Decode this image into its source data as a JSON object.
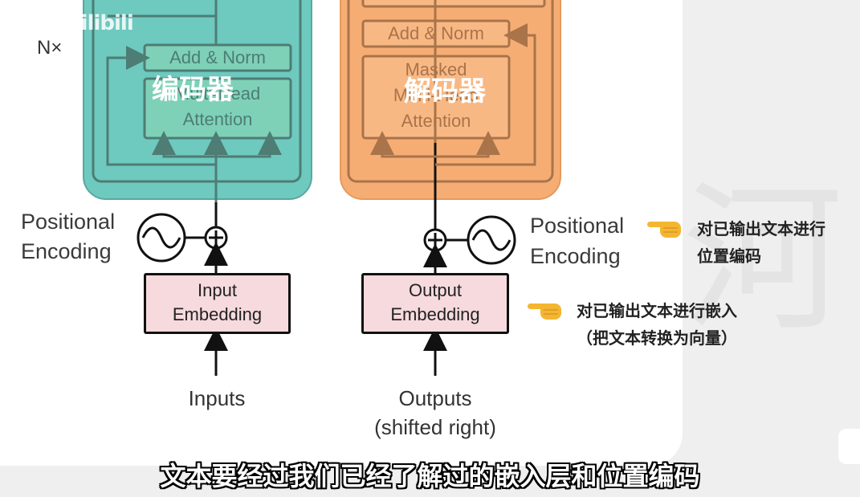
{
  "watermark": "老农叫 bilibili",
  "encoder": {
    "nx": "N×",
    "add_norm": "Add & Norm",
    "overlay_label": "编码器",
    "attention_line1": "Multi-Head",
    "attention_line2": "Attention",
    "pe_line1": "Positional",
    "pe_line2": "Encoding",
    "embedding_line1": "Input",
    "embedding_line2": "Embedding",
    "input_label": "Inputs"
  },
  "decoder": {
    "add_norm": "Add & Norm",
    "overlay_label": "解码器",
    "attention_line1": "Masked",
    "attention_line2": "Multi-Head",
    "attention_line3": "Attention",
    "pe_line1": "Positional",
    "pe_line2": "Encoding",
    "embedding_line1": "Output",
    "embedding_line2": "Embedding",
    "output_line1": "Outputs",
    "output_line2": "(shifted right)"
  },
  "annotations": {
    "pe_note_line1": "对已输出文本进行",
    "pe_note_line2": "位置编码",
    "emb_note_line1": "对已输出文本进行嵌入",
    "emb_note_line2": "（把文本转换为向量）",
    "pointer_icon": "pointing-hand-icon"
  },
  "subtitle": "文本要经过我们已经了解过的嵌入层和位置编码",
  "colors": {
    "encoder_fill": "#6ec9bf",
    "decoder_fill": "#f6ad74",
    "embedding_fill": "#f6dadd"
  }
}
